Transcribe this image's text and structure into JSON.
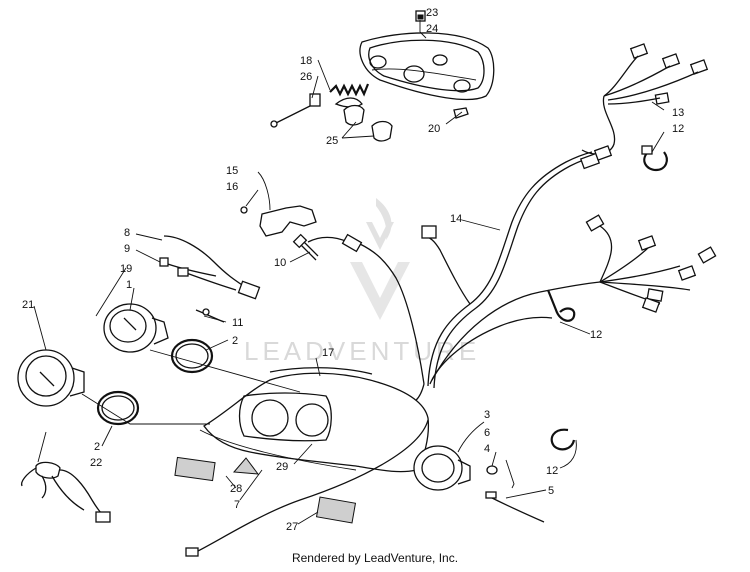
{
  "watermark": "LEADVENTURE",
  "credit": "Rendered by LeadVenture, Inc.",
  "callouts": {
    "c1": "1",
    "c2a": "2",
    "c2b": "2",
    "c3": "3",
    "c4": "4",
    "c5": "5",
    "c6": "6",
    "c7": "7",
    "c8": "8",
    "c9": "9",
    "c10": "10",
    "c11": "11",
    "c12a": "12",
    "c12b": "12",
    "c12c": "12",
    "c13": "13",
    "c14": "14",
    "c15": "15",
    "c16": "16",
    "c17": "17",
    "c18": "18",
    "c19": "19",
    "c20": "20",
    "c21": "21",
    "c22": "22",
    "c23": "23",
    "c24": "24",
    "c25": "25",
    "c26": "26",
    "c27": "27",
    "c28": "28",
    "c29": "29"
  }
}
